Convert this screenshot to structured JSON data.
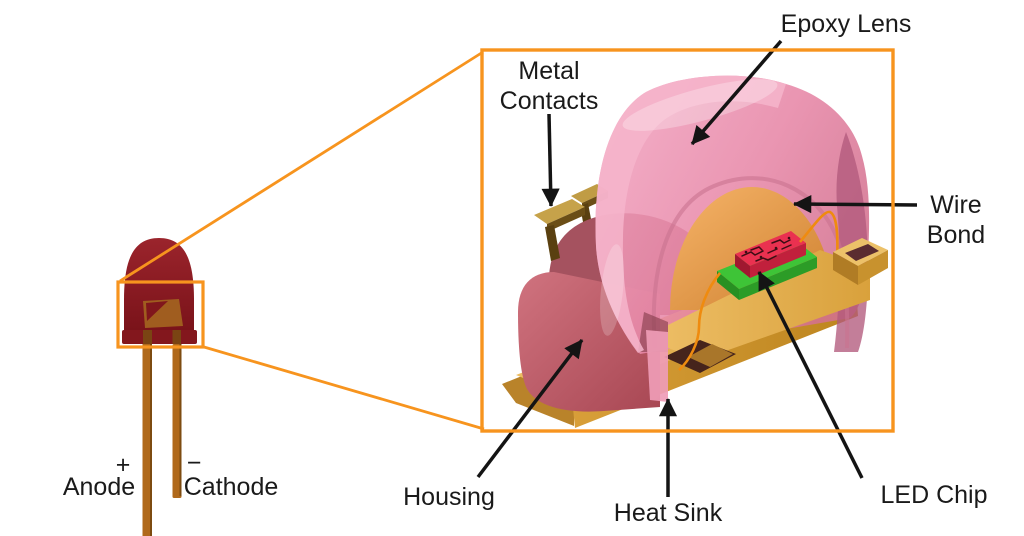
{
  "led_overview": {
    "anode_sign": "+",
    "anode_label": "Anode",
    "cathode_sign": "−",
    "cathode_label": "Cathode"
  },
  "cutaway": {
    "epoxy_lens_label": "Epoxy Lens",
    "metal_contacts_label": "Metal Contacts",
    "wire_bond_label": "Wire Bond",
    "housing_label": "Housing",
    "heat_sink_label": "Heat Sink",
    "led_chip_label": "LED Chip"
  },
  "colors": {
    "callout_orange": "#F7941E",
    "label_text": "#1A1A1A",
    "arrow_black": "#141414",
    "led_body_red": "#8E1C22",
    "lead_orange": "#B0691B",
    "lens_pink": "#EF8FAE",
    "lens_wall_pink": "#F6B5CB",
    "housing_rose": "#C0606C",
    "reflector_orange": "#E8A052",
    "heat_sink_gold": "#D9A33E",
    "chip_red": "#EA3150",
    "chip_pad_green": "#3EC437",
    "wire_bond_orange": "#EF8B0F",
    "background": "#FFFFFF"
  }
}
